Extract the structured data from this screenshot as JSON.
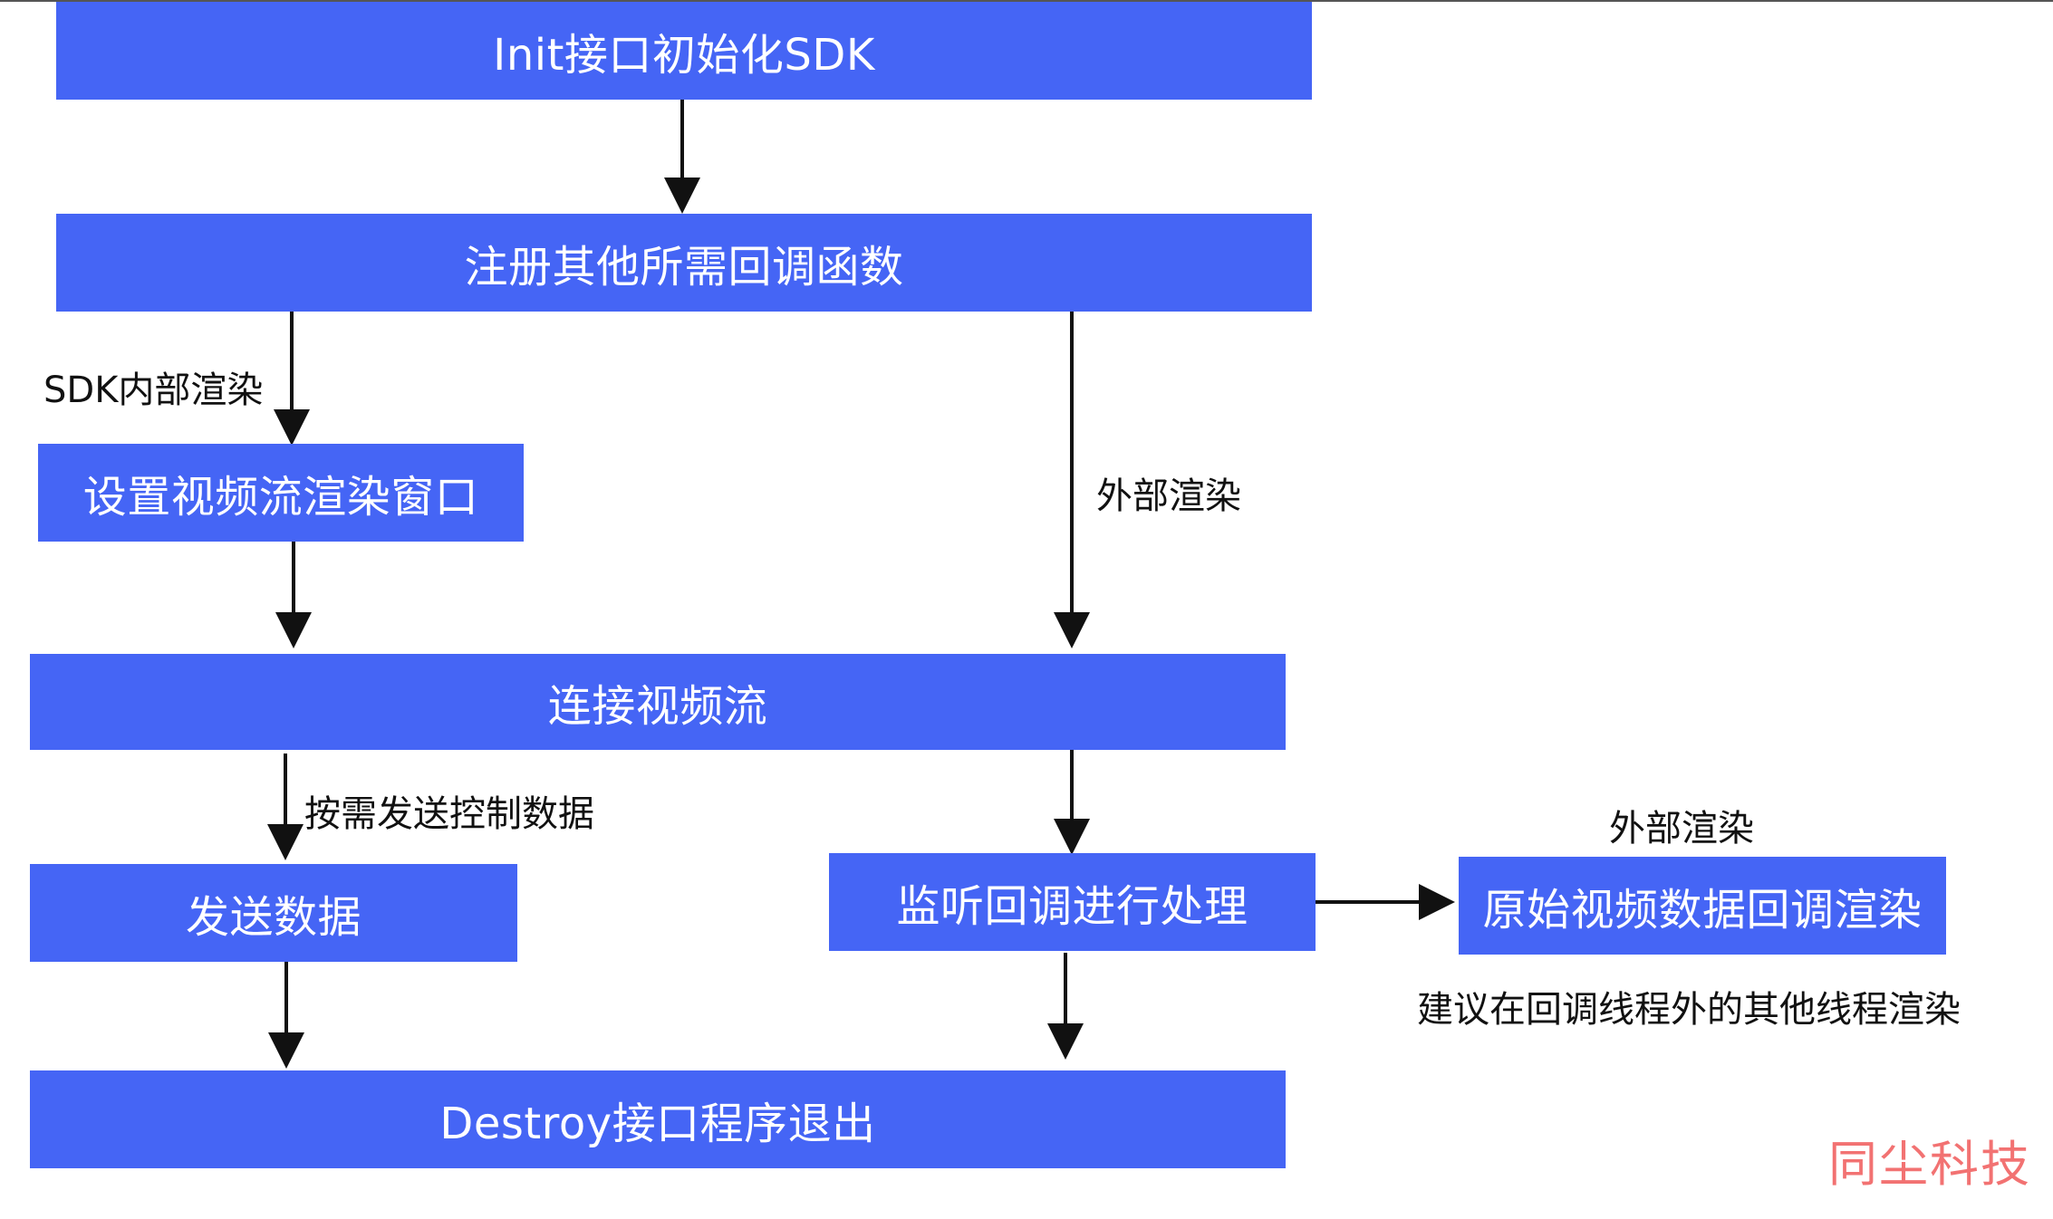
{
  "nodes": {
    "init": "Init接口初始化SDK",
    "register_callbacks": "注册其他所需回调函数",
    "set_render_window": "设置视频流渲染窗口",
    "connect_stream": "连接视频流",
    "send_data": "发送数据",
    "listen_callbacks": "监听回调进行处理",
    "raw_frame_render": "原始视频数据回调渲染",
    "destroy": "Destroy接口程序退出"
  },
  "edge_labels": {
    "sdk_internal_render": "SDK内部渲染",
    "external_render_left": "外部渲染",
    "send_control_data": "按需发送控制数据",
    "external_render_right": "外部渲染"
  },
  "notes": {
    "render_thread_advice": "建议在回调线程外的其他线程渲染"
  },
  "watermark": "同尘科技",
  "colors": {
    "box_fill": "#4565f5",
    "box_text": "#ffffff",
    "connector": "#111111",
    "watermark": "#f05a5a"
  }
}
